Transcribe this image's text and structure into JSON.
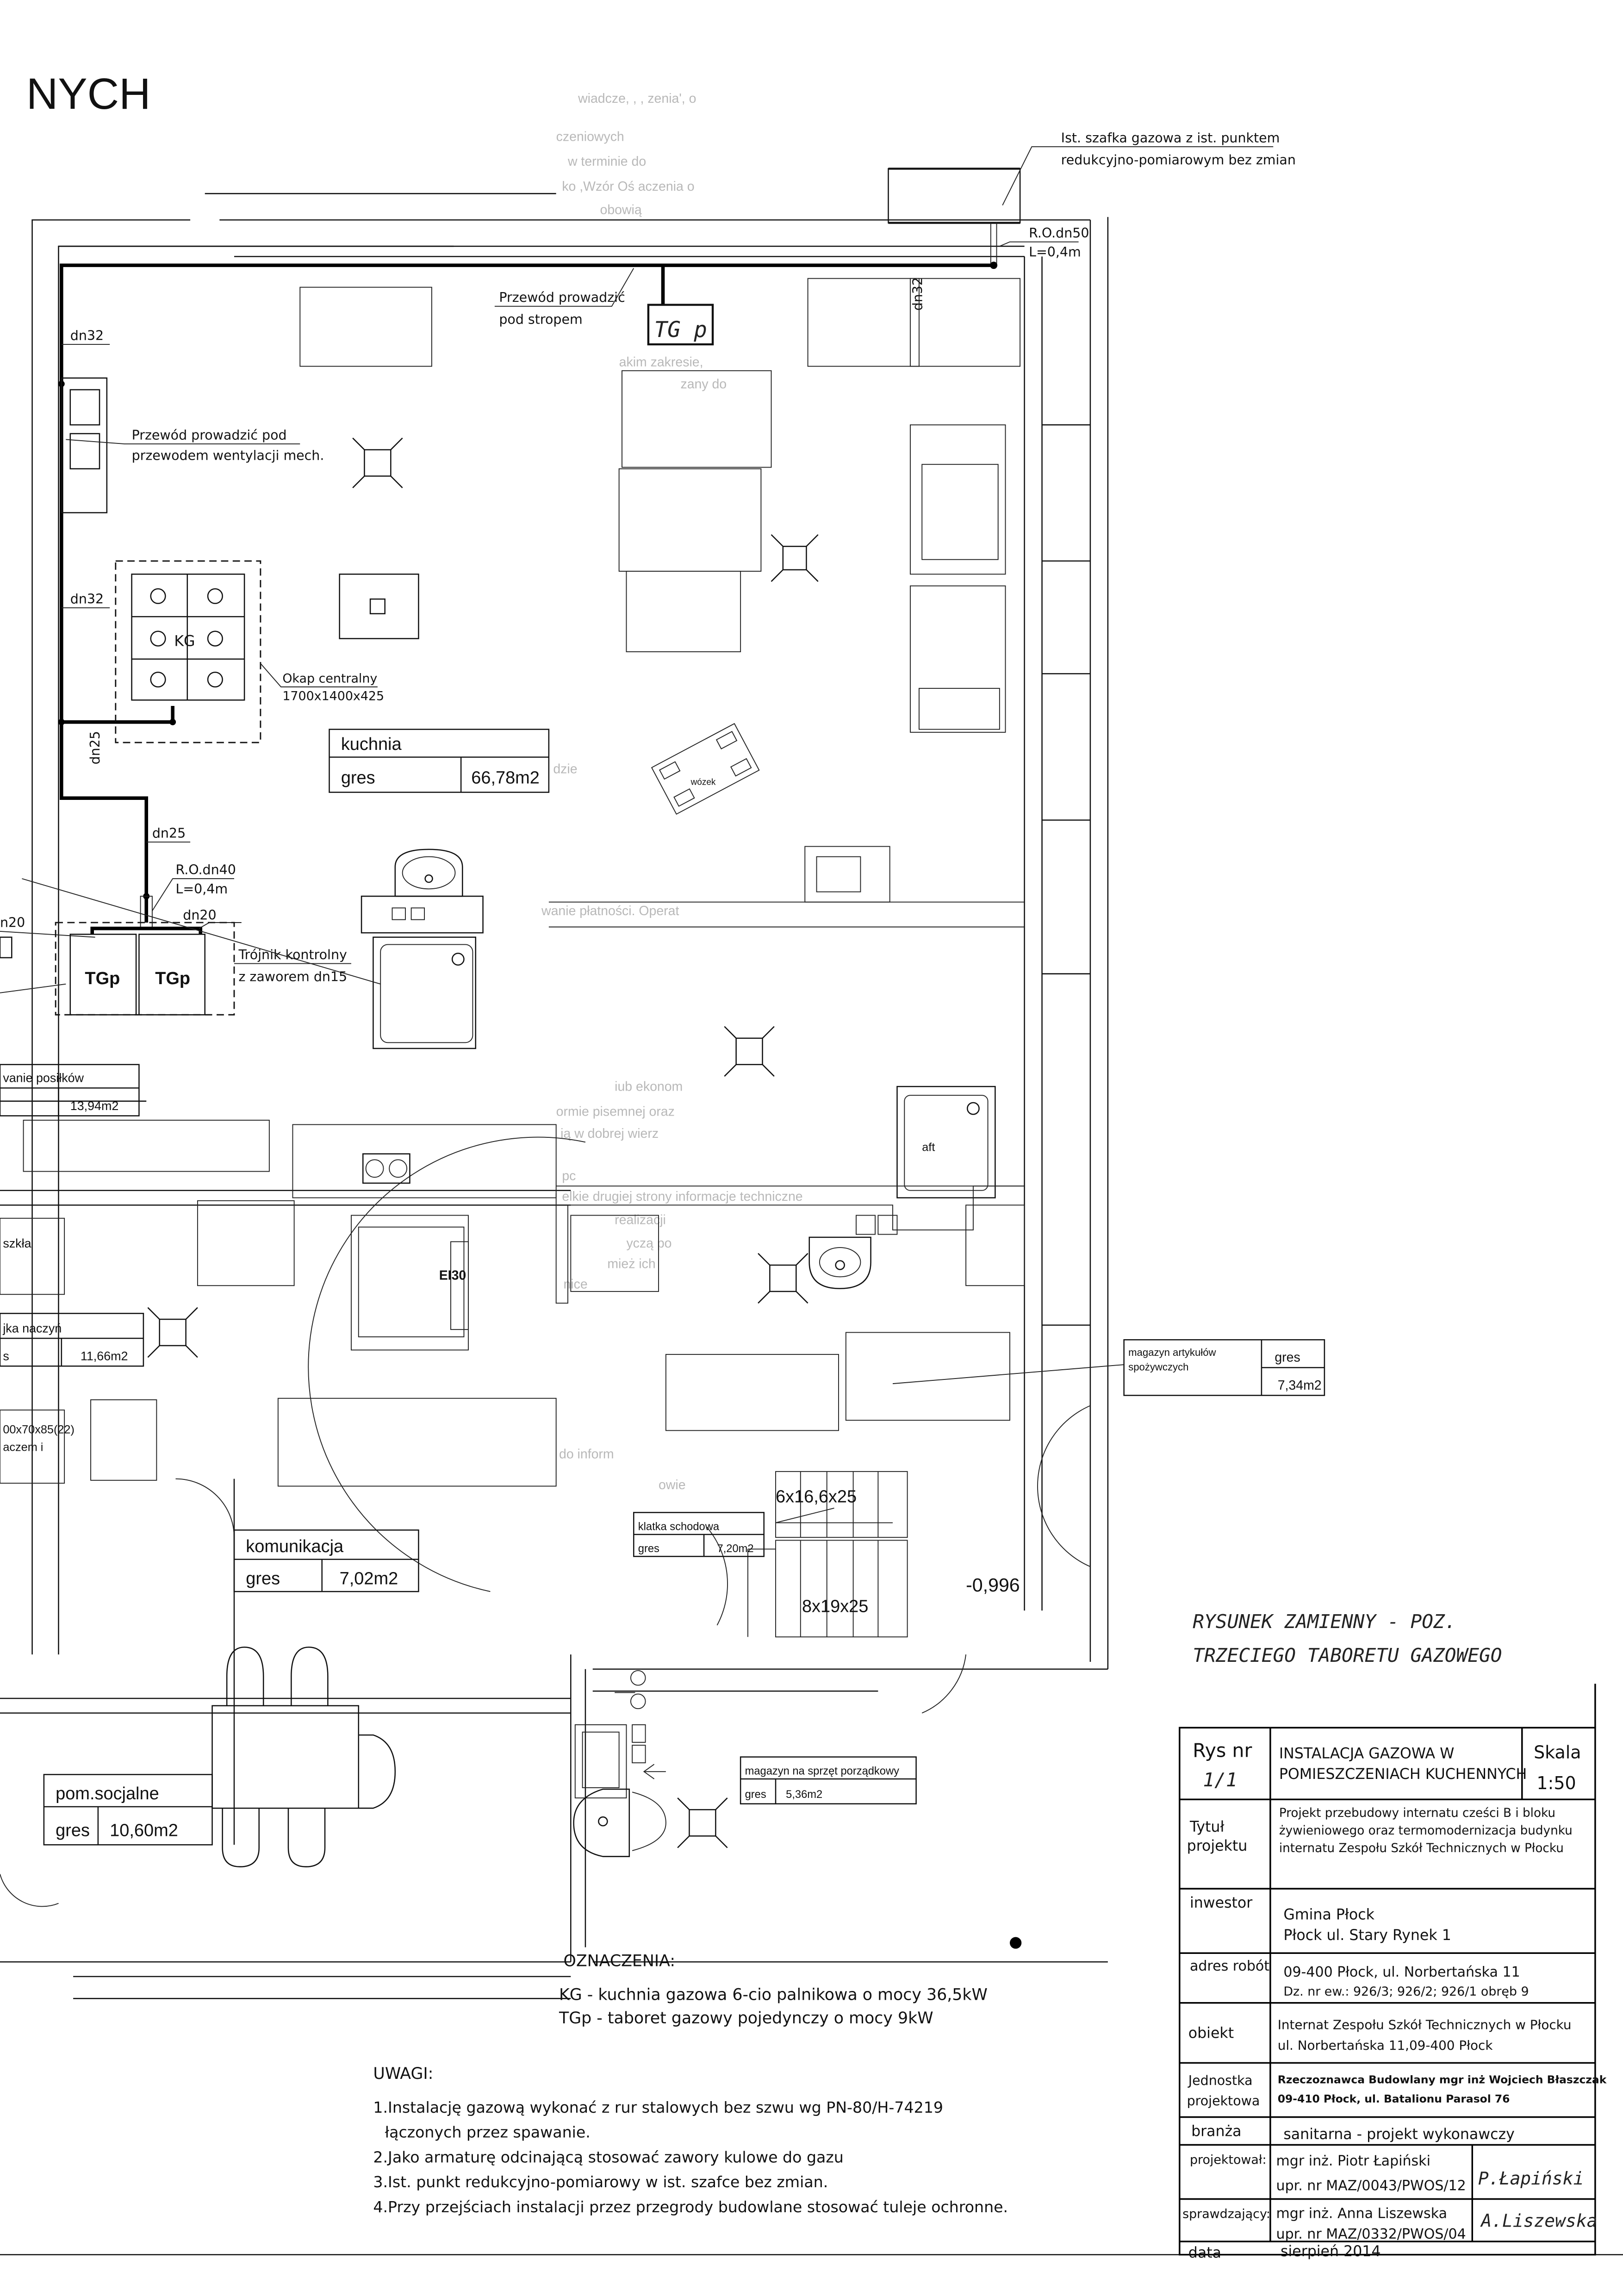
{
  "sheet": {
    "corner_label": "NYCH",
    "bleed_through": [
      "wiadcze,   ,   ,  zenia', o",
      "czeniowych",
      "w terminie do",
      "ko ,Wzór Oś aczenia o",
      "obowią",
      "akim zakresie,",
      "zany do",
      "wanie płatności. Operat",
      "iub ekonom",
      "ormie pisemnej oraz",
      "ią  w dobrej wierz",
      "pc",
      "elkie drugiej strony informacje techniczne",
      "realizacji",
      "yczą po",
      "mież ich",
      "nice",
      "do inform",
      "owie",
      "dzie"
    ]
  },
  "annotations": {
    "gas_cabinet": [
      "Ist. szafka gazowa z ist. punktem",
      "redukcyjno-pomiarowym bez zmian"
    ],
    "ro_dn50": [
      "R.O.dn50",
      "L=0,4m"
    ],
    "dn32_vertical": "dn32",
    "pipe_ceiling": [
      "Przewód prowadzić",
      "pod stropem"
    ],
    "tgp_handwritten": "TG p",
    "dn32_a": "dn32",
    "dn32_b": "dn32",
    "pipe_vent": [
      "Przewód prowadzić pod",
      "przewodem wentylacji mech."
    ],
    "hood": [
      "Okap centralny",
      "1700x1400x425"
    ],
    "kg": "KG",
    "dn25_vertical": "dn25",
    "dn25": "dn25",
    "ro_dn40": [
      "R.O.dn40",
      "L=0,4m"
    ],
    "dn20": "dn20",
    "dn20_left": "n20",
    "tgp_left": "TGp",
    "tgp_right": "TGp",
    "tee": [
      "Trójnik kontrolny",
      "z zaworem dn15"
    ],
    "trolley": "wózek",
    "ei30": "EI30",
    "shower_text": "aft",
    "stairs_upper": "6x16,6x25",
    "stairs_lower": "8x19x25",
    "level": "-0,996",
    "left_cut_1": "szkła",
    "left_cut_2": [
      "00x70x85(22)",
      "aczem i"
    ]
  },
  "rooms": {
    "kuchnia": {
      "name": "kuchnia",
      "floor": "gres",
      "area": "66,78m2"
    },
    "wydawanie": {
      "name": "vanie posiłków",
      "area": "13,94m2"
    },
    "zmywalnia": {
      "name": "jka naczyń",
      "floor": "s",
      "area": "11,66m2"
    },
    "magazyn_spoz": {
      "name": [
        "magazyn artykułów",
        "spożywczych"
      ],
      "floor": "gres",
      "area": "7,34m2"
    },
    "klatka": {
      "name": "klatka schodowa",
      "floor": "gres",
      "area": "7,20m2"
    },
    "komunikacja": {
      "name": "komunikacja",
      "floor": "gres",
      "area": "7,02m2"
    },
    "socjalne": {
      "name": "pom.socjalne",
      "floor": "gres",
      "area": "10,60m2"
    },
    "magazyn_sprzet": {
      "name": "magazyn na sprzęt porządkowy",
      "floor": "gres",
      "area": "5,36m2"
    }
  },
  "handwritten_note": [
    "RYSUNEK ZAMIENNY - POZ.",
    "TRZECIEGO TABORETU GAZOWEGO"
  ],
  "legend": {
    "title": "OZNACZENIA:",
    "items": [
      "KG - kuchnia gazowa 6-cio palnikowa o mocy 36,5kW",
      "TGp - taboret gazowy pojedynczy o mocy 9kW"
    ]
  },
  "notes": {
    "title": "UWAGI:",
    "items": [
      "1.Instalację gazową wykonać z rur stalowych bez szwu wg PN-80/H-74219",
      "łączonych przez spawanie.",
      "2.Jako armaturę odcinającą stosować zawory kulowe do gazu",
      "3.Ist. punkt redukcyjno-pomiarowy w ist. szafce bez zmian.",
      "4.Przy przejściach instalacji przez przegrody budowlane stosować tuleje ochronne."
    ]
  },
  "title_block": {
    "rys_label": "Rys nr",
    "rys_value": "1/1",
    "drawing_title": [
      "INSTALACJA GAZOWA W",
      "POMIESZCZENIACH KUCHENNYCH"
    ],
    "scale_label": "Skala",
    "scale_value": "1:50",
    "project_label": [
      "Tytuł",
      "projektu"
    ],
    "project_value": [
      "Projekt przebudowy internatu cześci B i bloku",
      "żywieniowego oraz termomodernizacja budynku",
      "internatu Zespołu Szkół Technicznych w Płocku"
    ],
    "investor_label": "inwestor",
    "investor_value": [
      "Gmina Płock",
      "Płock ul. Stary Rynek 1"
    ],
    "address_label": "adres robót",
    "address_value": [
      "09-400 Płock, ul. Norbertańska 11",
      "Dz. nr ew.: 926/3; 926/2; 926/1 obręb 9"
    ],
    "object_label": "obiekt",
    "object_value": [
      "Internat Zespołu Szkół Technicznych w Płocku",
      "ul. Norbertańska 11,09-400 Płock"
    ],
    "unit_label": [
      "Jednostka",
      "projektowa"
    ],
    "unit_value": [
      "Rzeczoznawca Budowlany mgr inż Wojciech Błaszczak",
      "09-410 Płock, ul. Batalionu Parasol 76"
    ],
    "branch_label": "branża",
    "branch_value": "sanitarna - projekt wykonawczy",
    "designer_label": "projektował:",
    "designer_value": [
      "mgr inż. Piotr Łapiński",
      "upr. nr MAZ/0043/PWOS/12"
    ],
    "designer_signature": "P.Łapiński",
    "checker_label": "sprawdzający:",
    "checker_value": [
      "mgr inż. Anna Liszewska",
      "upr. nr MAZ/0332/PWOS/04"
    ],
    "checker_signature": "A.Liszewska",
    "date_label": "data",
    "date_value": "sierpień 2014"
  }
}
